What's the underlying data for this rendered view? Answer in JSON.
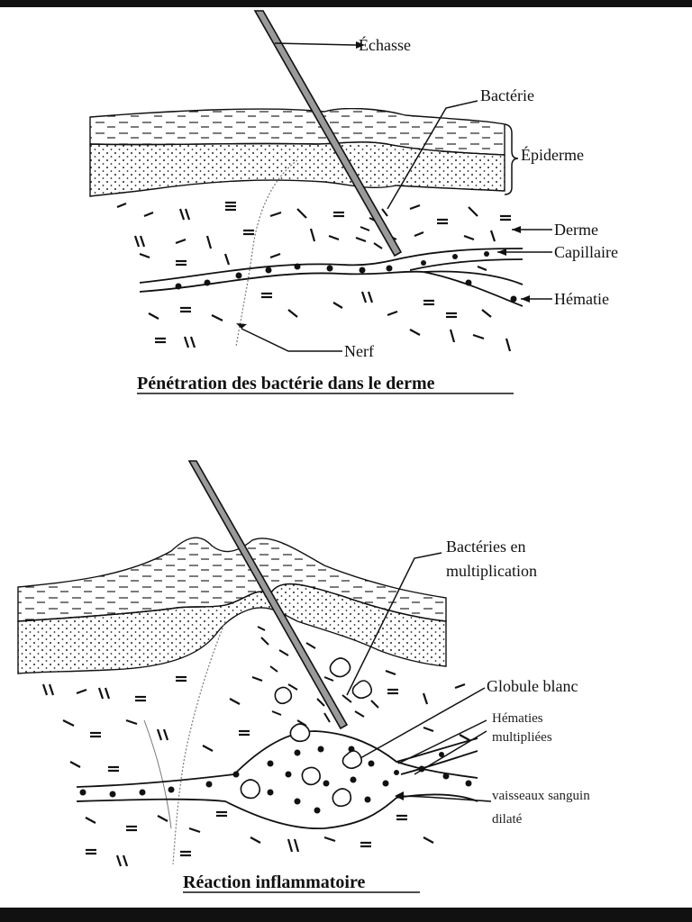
{
  "diagram1": {
    "title": "Pénétration des bactérie dans le derme",
    "labels": {
      "echasse": "Échasse",
      "bacterie": "Bactérie",
      "epiderme": "Épiderme",
      "derme": "Derme",
      "capillaire": "Capillaire",
      "hematie": "Hématie",
      "nerf": "Nerf"
    }
  },
  "diagram2": {
    "title": "Réaction inflammatoire",
    "labels": {
      "bacteries_line1": "Bactéries en",
      "bacteries_line2": "multiplication",
      "globule_blanc": "Globule blanc",
      "hematies_line1": "Hématies",
      "hematies_line2": "multipliées",
      "vaisseaux_line1": "vaisseaux sanguin",
      "vaisseaux_line2": "dilaté"
    }
  },
  "colors": {
    "ink": "#111111",
    "stilt": "#9a9a9a",
    "background": "#ffffff"
  }
}
